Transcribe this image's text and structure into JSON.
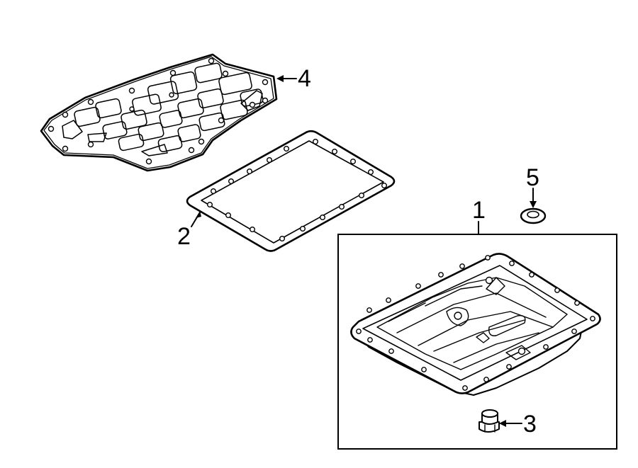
{
  "callouts": {
    "p1": "1",
    "p2": "2",
    "p3": "3",
    "p4": "4",
    "p5": "5"
  },
  "colors": {
    "line": "#000000",
    "background": "#ffffff"
  }
}
